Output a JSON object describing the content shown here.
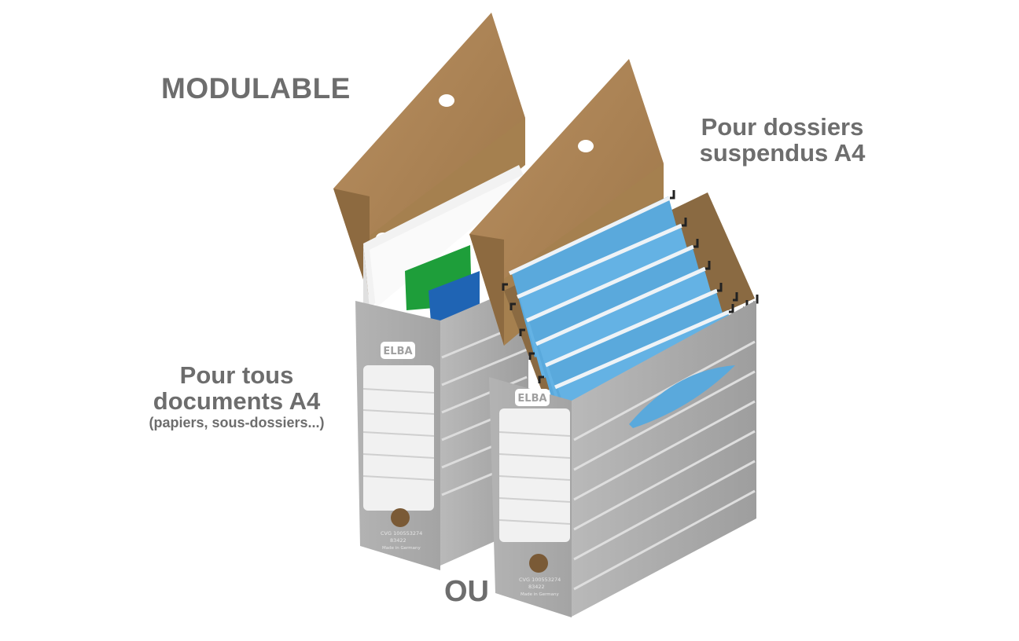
{
  "labels": {
    "modulable": "MODULABLE",
    "suspendus_line1": "Pour dossiers",
    "suspendus_line2": "suspendus A4",
    "tous_line1": "Pour tous",
    "tous_line2": "documents A4",
    "tous_sub": "(papiers, sous-dossiers...)",
    "ou": "OU"
  },
  "brand": {
    "logo": "ELBA",
    "box_left_code": "CVG 100553274",
    "box_left_ref": "83422",
    "box_right_code": "CVG 100553274",
    "box_right_ref": "83422",
    "made_in": "Made in Germany"
  },
  "colors": {
    "box_gray": "#a9a9a9",
    "cardboard": "#a47e52",
    "label_gray": "#6d6d6d",
    "folder_blue": "#5aa9dc",
    "folder_green": "#1e9e3a",
    "folder_darkblue": "#1f64b4"
  }
}
